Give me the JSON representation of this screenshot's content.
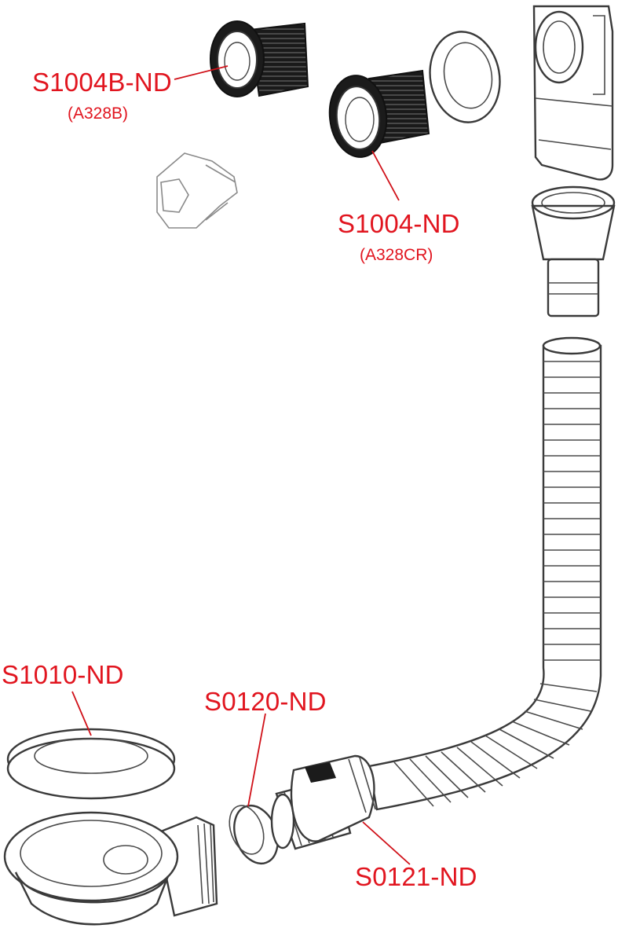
{
  "labels": {
    "s1004b": {
      "code": "S1004B-ND",
      "alt": "(A328B)"
    },
    "s1004": {
      "code": "S1004-ND",
      "alt": "(A328CR)"
    },
    "s1010": {
      "code": "S1010-ND"
    },
    "s0120": {
      "code": "S0120-ND"
    },
    "s0121": {
      "code": "S0121-ND"
    }
  },
  "colors": {
    "label": "#e1151f",
    "leader": "#d01018",
    "outline": "#3a3a3a"
  }
}
